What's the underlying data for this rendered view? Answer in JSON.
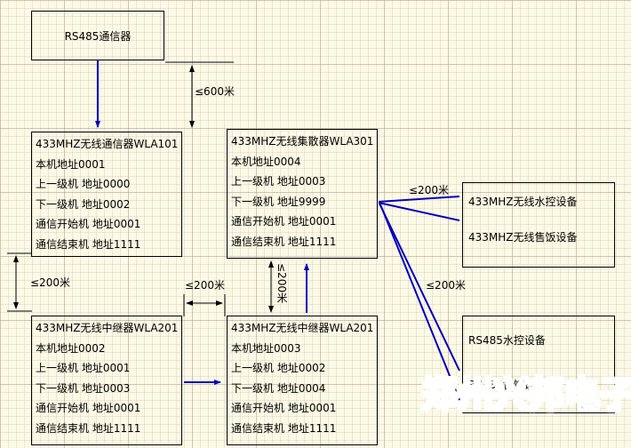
{
  "colors": {
    "background": "#fbfae6",
    "line_blue": "#0000bf",
    "line_black": "#000000",
    "watermark_blue": "#2438c8"
  },
  "nodes": {
    "rs485_comm": {
      "title": "RS485通信器"
    },
    "wla101": {
      "title": "433MHZ无线通信器WLA101",
      "lines": [
        "本机地址0001",
        "上一级机 地址0000",
        "下一级机 地址0002",
        "通信开始机 地址0001",
        "通信结束机 地址1111"
      ]
    },
    "wla301": {
      "title": "433MHZ无线集散器WLA301",
      "lines": [
        "本机地址0004",
        "上一级机 地址0003",
        "下一级机 地址9999",
        "通信开始机 地址0001",
        "通信结束机 地址1111"
      ]
    },
    "wireless_devices": {
      "lines": [
        "433MHZ无线水控设备",
        "433MHZ无线售饭设备"
      ]
    },
    "wla201_left": {
      "title": "433MHZ无线中继器WLA201",
      "lines": [
        "本机地址0002",
        "上一级机 地址0001",
        "下一级机 地址0003",
        "通信开始机 地址0001",
        "通信结束机 地址1111"
      ]
    },
    "wla201_mid": {
      "title": "433MHZ无线中继器WLA201",
      "lines": [
        "本机地址0003",
        "上一级机 地址0002",
        "下一级机 地址0004",
        "通信开始机 地址0001",
        "通信结束机 地址1111"
      ]
    },
    "rs485_devices": {
      "lines": [
        "RS485水控设备",
        "RS485售饭设备"
      ]
    }
  },
  "distance_labels": {
    "top": "≤600米",
    "left": "≤200米",
    "between_bottom": "≤200米",
    "middle_vertical": "≤200米",
    "right_upper": "≤200米",
    "right_lower": "≤200米"
  },
  "watermark": "郑州兴邦电子"
}
